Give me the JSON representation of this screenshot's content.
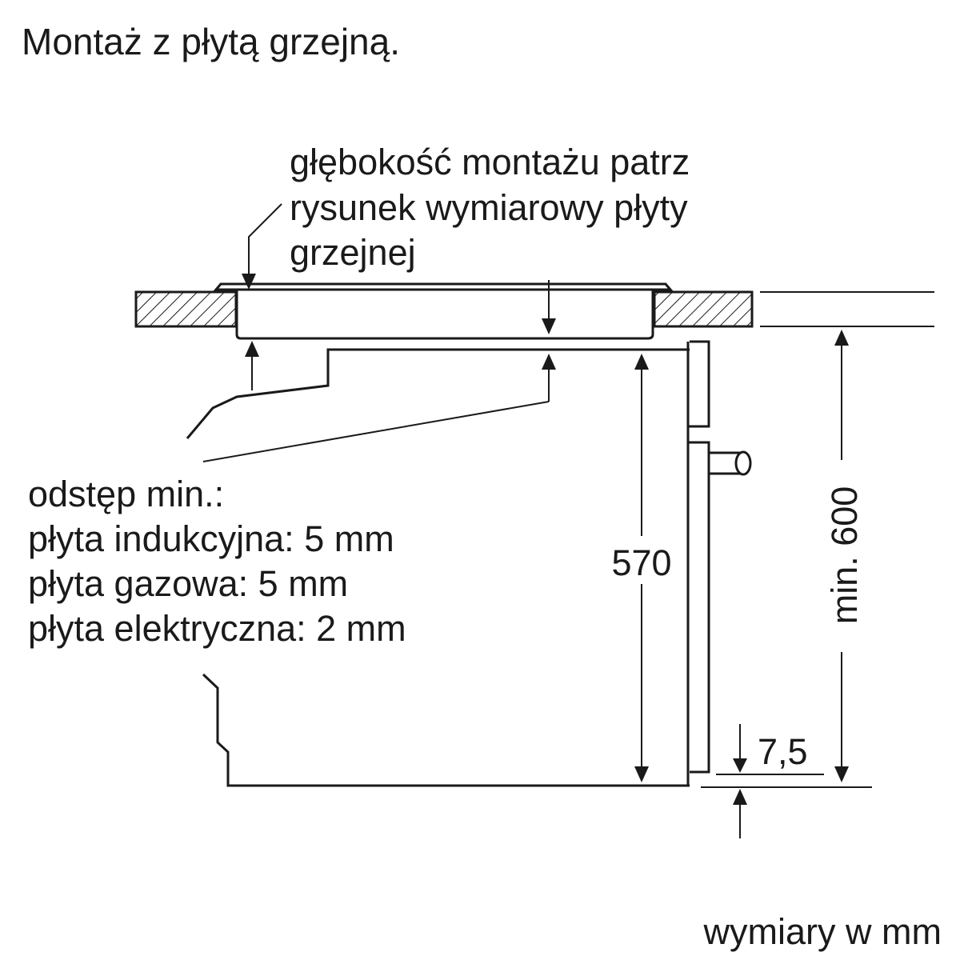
{
  "title": "Montaż z płytą grzejną.",
  "note_depth": {
    "lines": [
      "głębokość montażu patrz",
      "rysunek wymiarowy płyty",
      "grzejnej"
    ]
  },
  "note_clearance": {
    "lines": [
      "odstęp min.:",
      "płyta indukcyjna: 5 mm",
      "płyta gazowa: 5 mm",
      "płyta elektryczna: 2 mm"
    ]
  },
  "dimensions": {
    "oven_height": "570",
    "niche_height": "min. 600",
    "bottom_offset": "7,5"
  },
  "units_note": "wymiary w mm",
  "colors": {
    "ink": "#1a1a1a",
    "background": "#ffffff"
  }
}
